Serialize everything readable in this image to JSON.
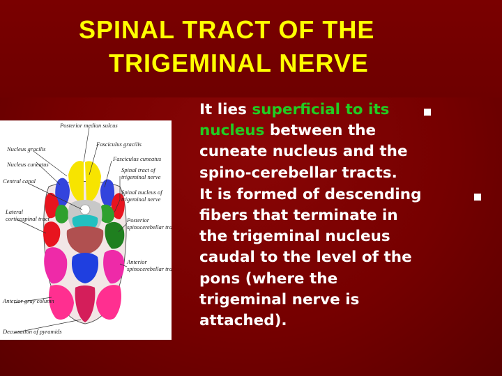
{
  "slide": {
    "title_line1": "SPINAL  TRACT  OF THE",
    "title_line2": "TRIGEMINAL  NERVE"
  },
  "figure": {
    "labels": [
      "Posterior median sulcus",
      "Nucleus gracilis",
      "Fasciculus gracilis",
      "Nucleus cuneatus",
      "Fasciculus cuneatus",
      "Central canal",
      "Spinal tract of trigeminal nerve",
      "Spinal nucleus of trigeminal nerve",
      "Lateral corticospinal tract",
      "Posterior spinocerebellar tract",
      "Anterior spinocerebellar tract",
      "Anterior gray column",
      "Decussation of pyramids"
    ]
  },
  "content": {
    "p1_lines": [
      [
        "It lies ",
        "superficial to its"
      ],
      [
        "nucleus",
        " between the"
      ],
      [
        "cuneate nucleus and the"
      ],
      [
        "spino-cerebellar tracts."
      ]
    ],
    "p2_lines": [
      "It is formed of descending",
      "fibers that terminate in",
      "the trigeminal nucleus",
      "caudal to the level of the",
      "pons (where the",
      "trigeminal nerve is",
      "attached)."
    ],
    "bullet_glyph": "n"
  },
  "colors": {
    "background": "#7a0000",
    "title": "#ffff00",
    "body_text": "#ffffff",
    "highlight": "#22cc22"
  }
}
